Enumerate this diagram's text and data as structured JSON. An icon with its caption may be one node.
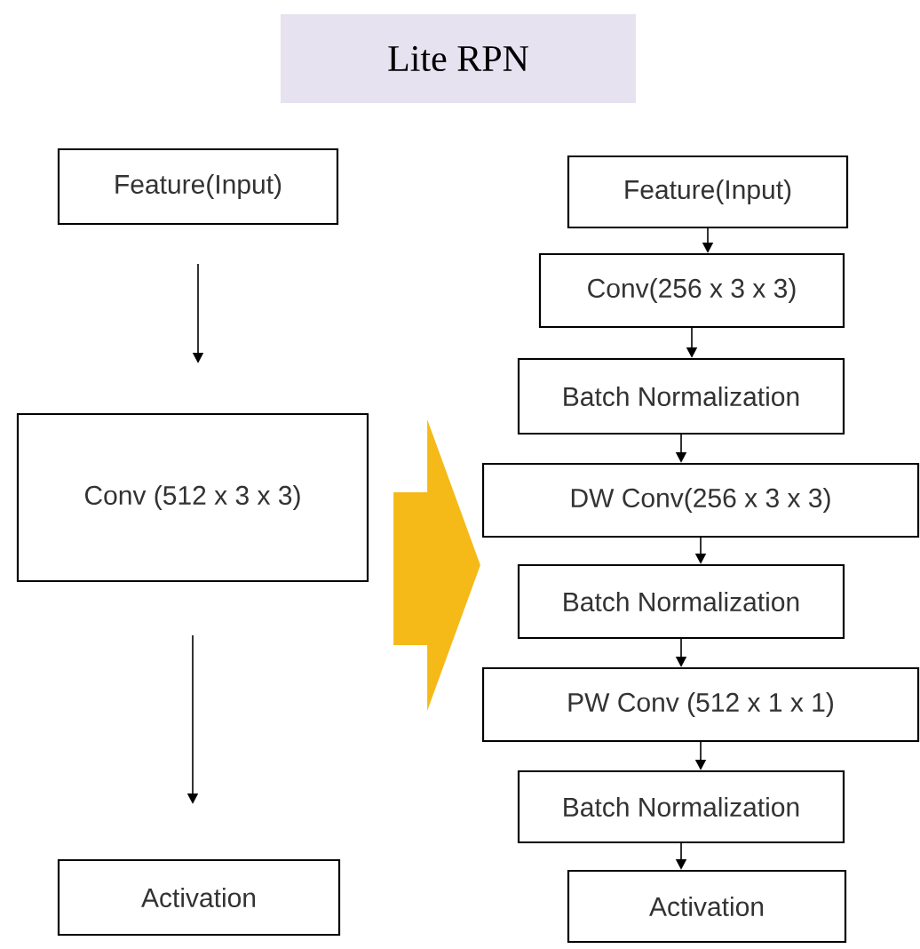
{
  "diagram": {
    "title": "Lite RPN",
    "nodes": [
      {
        "text": [
          "Feature(Input)"
        ]
      },
      {
        "text": [
          "Conv (512 x 3 x 3)"
        ]
      },
      {
        "text": [
          "Activation"
        ]
      },
      {
        "text": [
          "Feature(Input)"
        ]
      },
      {
        "text": [
          "Conv(256 x 3 x 3)"
        ]
      },
      {
        "text": [
          "Batch Normalization"
        ]
      },
      {
        "text": [
          "DW Conv(256 x 3 x 3)"
        ]
      },
      {
        "text": [
          "Batch Normalization"
        ]
      },
      {
        "text": [
          "PW Conv (512 x 1 x 1)"
        ]
      },
      {
        "text": [
          "Batch Normalization"
        ]
      },
      {
        "text": [
          "Activation"
        ]
      }
    ],
    "edges": [
      {
        "from": 0,
        "to": 1,
        "arrow": "to"
      },
      {
        "from": 1,
        "to": 2,
        "arrow": "to"
      },
      {
        "from": 3,
        "to": 4,
        "arrow": "to"
      },
      {
        "from": 4,
        "to": 5,
        "arrow": "to"
      },
      {
        "from": 5,
        "to": 6,
        "arrow": "to"
      },
      {
        "from": 6,
        "to": 7,
        "arrow": "to"
      },
      {
        "from": 7,
        "to": 8,
        "arrow": "to"
      },
      {
        "from": 8,
        "to": 9,
        "arrow": "to"
      },
      {
        "from": 9,
        "to": 10,
        "arrow": "to"
      },
      {
        "from": 1,
        "to": 6,
        "arrow": "to",
        "style": "thick",
        "color": "#f5b918"
      }
    ]
  }
}
